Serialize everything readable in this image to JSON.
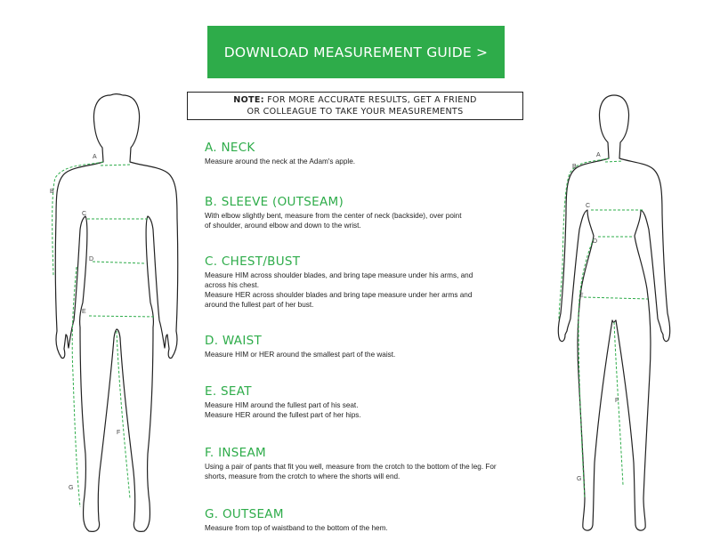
{
  "download_button": {
    "label": "DOWNLOAD MEASUREMENT GUIDE >"
  },
  "note": {
    "label": "NOTE:",
    "text_line1": " FOR MORE ACCURATE RESULTS, GET A FRIEND",
    "text_line2": "OR COLLEAGUE TO TAKE YOUR MEASUREMENTS"
  },
  "sections": [
    {
      "title": "A. NECK",
      "text": "Measure around the neck at the Adam's apple."
    },
    {
      "title": "B. SLEEVE (OUTSEAM)",
      "text": "With elbow slightly bent, measure from the center of neck (backside), over point\nof shoulder, around elbow and down to the wrist."
    },
    {
      "title": "C. CHEST/BUST",
      "text": "Measure HIM across shoulder blades, and bring tape measure under his arms, and\nacross his chest.\nMeasure HER across shoulder blades and bring tape measure under her arms and\naround the fullest part of her bust."
    },
    {
      "title": "D. WAIST",
      "text": "Measure HIM or HER around the smallest part of the waist."
    },
    {
      "title": "E. SEAT",
      "text": "Measure HIM around the fullest part of his seat.\nMeasure HER around the fullest part of her hips."
    },
    {
      "title": "F. INSEAM",
      "text": "Using a pair of pants that fit you well, measure from the crotch to the bottom of the leg. For\nshorts, measure from the crotch to where the shorts will end."
    },
    {
      "title": "G. OUTSEAM",
      "text": "Measure from top of waistband to the bottom of the hem."
    }
  ],
  "figure_labels": {
    "male": [
      "A",
      "B",
      "C",
      "D",
      "E",
      "F",
      "G"
    ],
    "female": [
      "A",
      "B",
      "C",
      "D",
      "E",
      "F",
      "G"
    ]
  },
  "colors": {
    "accent": "#2eac4a",
    "outline": "#222222"
  }
}
